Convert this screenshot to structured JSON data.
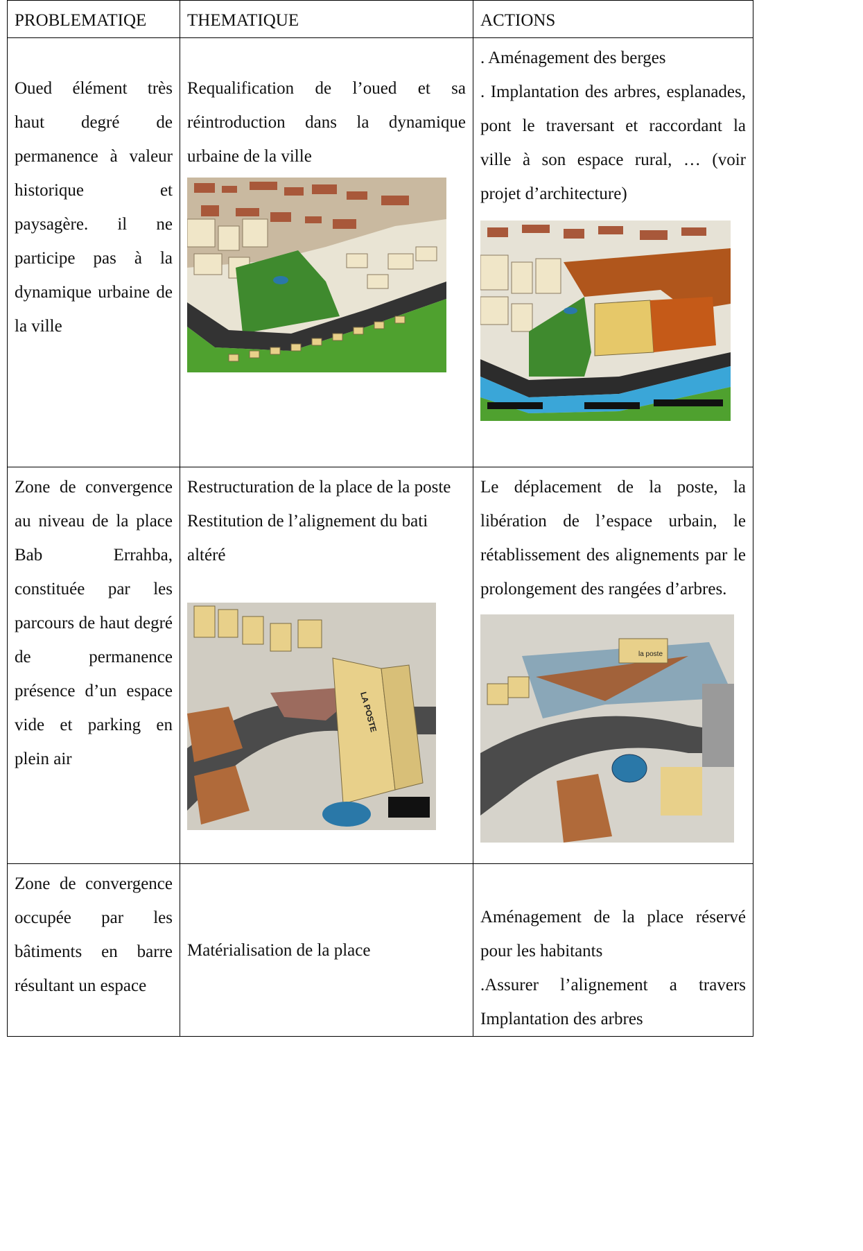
{
  "headers": [
    "PROBLEMATIQE",
    "THEMATIQUE",
    "ACTIONS"
  ],
  "rows": [
    {
      "problematique": "Oued élément très haut degré de permanence à valeur historique et paysagère. il ne participe pas à la dynamique urbaine de la ville",
      "thematique": "Requalification de l’oued et sa réintroduction dans la dynamique urbaine de la ville",
      "actions_line1": ". Aménagement des berges",
      "actions_line2": ". Implantation des arbres, esplanades, pont le traversant et raccordant la ville à son espace rural, … (voir projet d’architecture)"
    },
    {
      "problematique": "Zone de convergence au niveau de la place Bab Errahba, constituée par les parcours de haut degré de permanence présence d’un espace vide et parking en plein air",
      "thematique_line1": "Restructuration de la place de la poste",
      "thematique_line2": "Restitution de l’alignement du bati altéré",
      "actions": "Le déplacement de la poste, la libération de l’espace urbain, le rétablissement des alignements par le prolongement des rangées d’arbres.",
      "image_labels": [
        "LA POSTE",
        "la poste"
      ]
    },
    {
      "problematique": "Zone de convergence occupée par les bâtiments en barre résultant un espace",
      "thematique": "Matérialisation de la place",
      "actions_line1": "Aménagement de la place réservé pour les habitants",
      "actions_line2": ".Assurer l’alignement a travers Implantation des arbres"
    }
  ],
  "colors": {
    "grass": "#3f8a2e",
    "river": "#3aa6d8",
    "roof": "#8b3a1d",
    "building": "#e8d08a",
    "road": "#4b4b4b"
  }
}
